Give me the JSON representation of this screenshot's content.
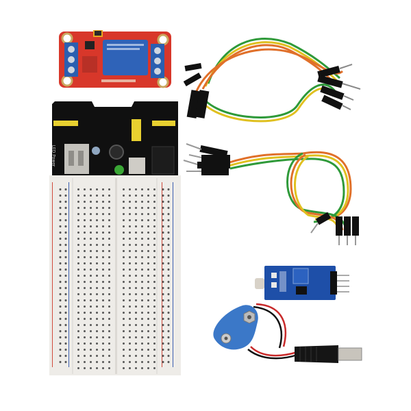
{
  "scene": {
    "description": "Electronics starter kit product photo on white background",
    "background": "#ffffff"
  },
  "components": [
    {
      "name": "relay-module",
      "label": "1-channel relay module",
      "board_color": "#d8372a",
      "relay_color": "#2f63b8",
      "terminal_color": "#2b5fb0"
    },
    {
      "name": "breadboard-power-module",
      "label": "Breadboard power supply module",
      "board_color": "#101010",
      "silk_text": "LED Power",
      "header_color": "#e8d030",
      "led_color": "#3aa635"
    },
    {
      "name": "breadboard",
      "label": "Half-size solderless breadboard",
      "body_color": "#eeece8",
      "rail_red": "#d04a3c",
      "rail_blue": "#3c5fb0"
    },
    {
      "name": "jumper-wires-female-male",
      "label": "Female-to-male jumper wires",
      "wire_colors": [
        "#2f9a3a",
        "#e0c020",
        "#e0702a",
        "#c83a2a"
      ]
    },
    {
      "name": "jumper-wires-male-male",
      "label": "Male-to-male jumper wires",
      "wire_colors": [
        "#2f9a3a",
        "#e0c020",
        "#e0702a",
        "#c83a2a"
      ]
    },
    {
      "name": "light-sensor-module",
      "label": "Photoresistor light sensor module",
      "board_color": "#1e4fa8"
    },
    {
      "name": "battery-clip",
      "label": "9V battery clip with DC barrel plug",
      "clip_color": "#3b78c8",
      "plug_color": "#151515"
    }
  ]
}
